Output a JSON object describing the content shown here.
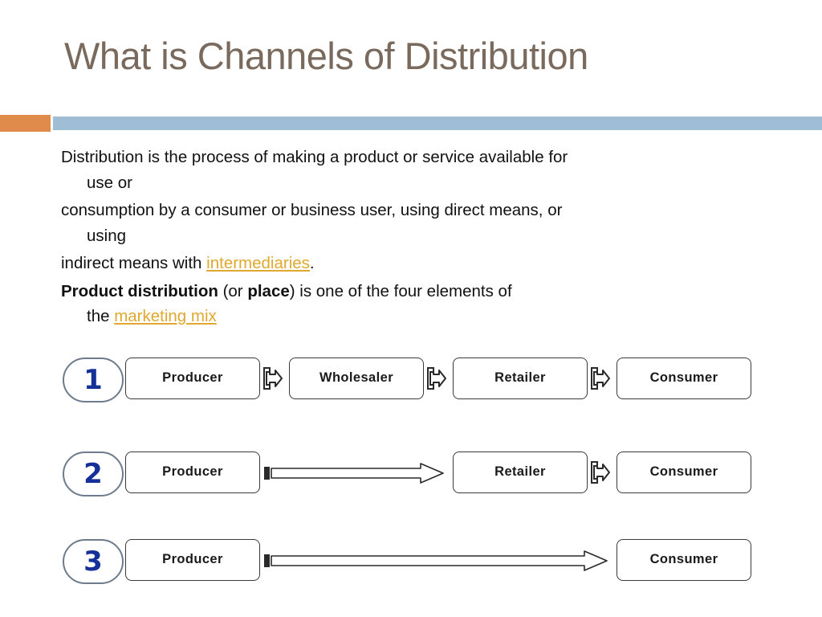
{
  "slide": {
    "title": "What is Channels of Distribution",
    "accent_color": "#e08b4b",
    "bar_color": "#9fbdd4",
    "title_color": "#7a6a5d",
    "link_color": "#e0a82e"
  },
  "body": {
    "p1_line1": "Distribution is the process of making a product or service available for",
    "p1_line2": "use or",
    "p2_line1": "consumption by a consumer or business user, using direct means, or",
    "p2_line2": "using",
    "p3_pre": "indirect means with ",
    "p3_link": "intermediaries",
    "p3_post": ".",
    "p4_bold1": "Product distribution",
    "p4_mid1": " (or ",
    "p4_bold2": "place",
    "p4_mid2": ") is one of the four elements of",
    "p4_line2_pre": "the ",
    "p4_link": "marketing mix"
  },
  "diagram": {
    "rows": [
      {
        "number": "1",
        "nodes": [
          "Producer",
          "Wholesaler",
          "Retailer",
          "Consumer"
        ],
        "connectors": [
          "short",
          "short",
          "short"
        ]
      },
      {
        "number": "2",
        "nodes": [
          "Producer",
          "Retailer",
          "Consumer"
        ],
        "connectors": [
          "long",
          "short"
        ]
      },
      {
        "number": "3",
        "nodes": [
          "Producer",
          "Consumer"
        ],
        "connectors": [
          "long"
        ]
      }
    ]
  }
}
